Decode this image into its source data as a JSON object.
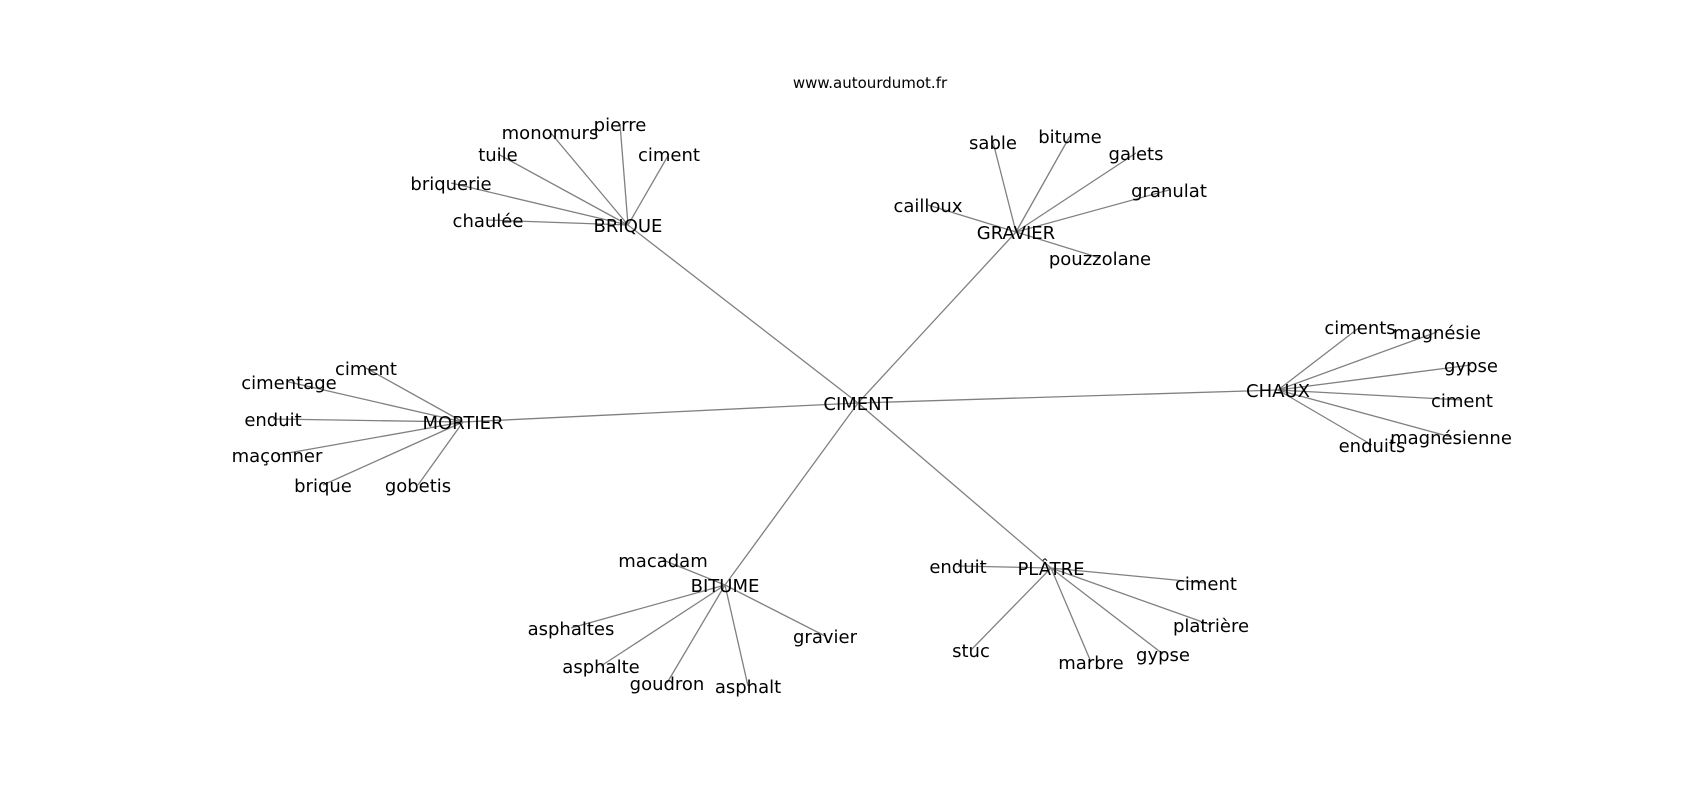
{
  "source": "www.autourdumot.fr",
  "center": "CIMENT",
  "nodes": {
    "ciment_center": "CIMENT",
    "brique": "BRIQUE",
    "gravier": "GRAVIER",
    "chaux": "CHAUX",
    "platre": "PLÂTRE",
    "bitume": "BITUME",
    "mortier": "MORTIER",
    "brique_monomurs": "monomurs",
    "brique_pierre": "pierre",
    "brique_tuile": "tuile",
    "brique_ciment": "ciment",
    "brique_briquerie": "briquerie",
    "brique_chaulee": "chaulée",
    "gravier_sable": "sable",
    "gravier_bitume": "bitume",
    "gravier_galets": "galets",
    "gravier_granulat": "granulat",
    "gravier_cailloux": "cailloux",
    "gravier_pouzzolane": "pouzzolane",
    "chaux_ciments": "ciments",
    "chaux_magnesie": "magnésie",
    "chaux_gypse": "gypse",
    "chaux_ciment": "ciment",
    "chaux_magnesienne": "magnésienne",
    "chaux_enduits": "enduits",
    "platre_enduit": "enduit",
    "platre_ciment": "ciment",
    "platre_platriere": "platrière",
    "platre_gypse": "gypse",
    "platre_marbre": "marbre",
    "platre_stuc": "stuc",
    "bitume_macadam": "macadam",
    "bitume_asphaltes": "asphaltes",
    "bitume_asphalte": "asphalte",
    "bitume_goudron": "goudron",
    "bitume_asphalt": "asphalt",
    "bitume_gravier": "gravier",
    "mortier_ciment": "ciment",
    "mortier_cimentage": "cimentage",
    "mortier_enduit": "enduit",
    "mortier_maconner": "maçonner",
    "mortier_brique": "brique",
    "mortier_gobetis": "gobetis"
  },
  "edges": [
    [
      "ciment_center",
      "brique"
    ],
    [
      "ciment_center",
      "gravier"
    ],
    [
      "ciment_center",
      "chaux"
    ],
    [
      "ciment_center",
      "platre"
    ],
    [
      "ciment_center",
      "bitume"
    ],
    [
      "ciment_center",
      "mortier"
    ],
    [
      "brique",
      "brique_monomurs"
    ],
    [
      "brique",
      "brique_pierre"
    ],
    [
      "brique",
      "brique_tuile"
    ],
    [
      "brique",
      "brique_ciment"
    ],
    [
      "brique",
      "brique_briquerie"
    ],
    [
      "brique",
      "brique_chaulee"
    ],
    [
      "gravier",
      "gravier_sable"
    ],
    [
      "gravier",
      "gravier_bitume"
    ],
    [
      "gravier",
      "gravier_galets"
    ],
    [
      "gravier",
      "gravier_granulat"
    ],
    [
      "gravier",
      "gravier_cailloux"
    ],
    [
      "gravier",
      "gravier_pouzzolane"
    ],
    [
      "chaux",
      "chaux_ciments"
    ],
    [
      "chaux",
      "chaux_magnesie"
    ],
    [
      "chaux",
      "chaux_gypse"
    ],
    [
      "chaux",
      "chaux_ciment"
    ],
    [
      "chaux",
      "chaux_magnesienne"
    ],
    [
      "chaux",
      "chaux_enduits"
    ],
    [
      "platre",
      "platre_enduit"
    ],
    [
      "platre",
      "platre_ciment"
    ],
    [
      "platre",
      "platre_platriere"
    ],
    [
      "platre",
      "platre_gypse"
    ],
    [
      "platre",
      "platre_marbre"
    ],
    [
      "platre",
      "platre_stuc"
    ],
    [
      "bitume",
      "bitume_macadam"
    ],
    [
      "bitume",
      "bitume_asphaltes"
    ],
    [
      "bitume",
      "bitume_asphalte"
    ],
    [
      "bitume",
      "bitume_goudron"
    ],
    [
      "bitume",
      "bitume_asphalt"
    ],
    [
      "bitume",
      "bitume_gravier"
    ],
    [
      "mortier",
      "mortier_ciment"
    ],
    [
      "mortier",
      "mortier_cimentage"
    ],
    [
      "mortier",
      "mortier_enduit"
    ],
    [
      "mortier",
      "mortier_maconner"
    ],
    [
      "mortier",
      "mortier_brique"
    ],
    [
      "mortier",
      "mortier_gobetis"
    ]
  ]
}
